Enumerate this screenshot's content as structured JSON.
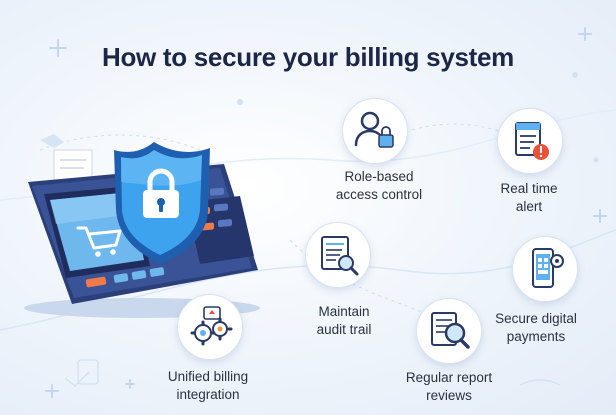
{
  "title": "How to secure your billing system",
  "features": [
    {
      "icon": "user-lock-icon",
      "line1": "Role-based",
      "line2": "access control"
    },
    {
      "icon": "alert-document-icon",
      "line1": "Real time",
      "line2": "alert"
    },
    {
      "icon": "audit-document-icon",
      "line1": "Maintain",
      "line2": "audit trail"
    },
    {
      "icon": "mobile-payment-icon",
      "line1": "Secure digital",
      "line2": "payments"
    },
    {
      "icon": "gears-integration-icon",
      "line1": "Unified billing",
      "line2": "integration"
    },
    {
      "icon": "report-magnifier-icon",
      "line1": "Regular report",
      "line2": "reviews"
    }
  ],
  "colors": {
    "title": "#1c2646",
    "accent": "#2f8fe0",
    "alert": "#e8533a",
    "background": "#eef4fb"
  }
}
